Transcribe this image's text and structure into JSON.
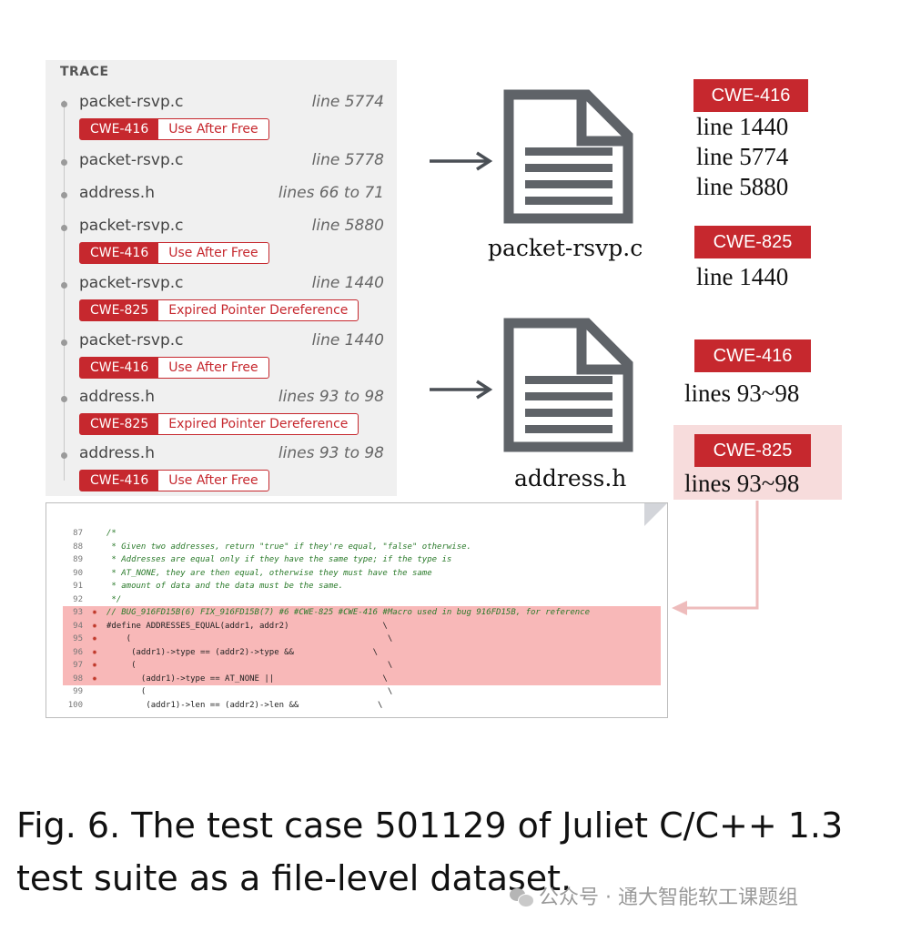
{
  "trace": {
    "title": "TRACE",
    "items": [
      {
        "file": "packet-rsvp.c",
        "location": "line 5774",
        "cwe": "CWE-416",
        "desc": "Use After Free"
      },
      {
        "file": "packet-rsvp.c",
        "location": "line 5778"
      },
      {
        "file": "address.h",
        "location": "lines 66 to 71"
      },
      {
        "file": "packet-rsvp.c",
        "location": "line 5880",
        "cwe": "CWE-416",
        "desc": "Use After Free"
      },
      {
        "file": "packet-rsvp.c",
        "location": "line 1440",
        "cwe": "CWE-825",
        "desc": "Expired Pointer Dereference"
      },
      {
        "file": "packet-rsvp.c",
        "location": "line 1440",
        "cwe": "CWE-416",
        "desc": "Use After Free"
      },
      {
        "file": "address.h",
        "location": "lines 93 to 98",
        "cwe": "CWE-825",
        "desc": "Expired Pointer Dereference"
      },
      {
        "file": "address.h",
        "location": "lines 93 to 98",
        "cwe": "CWE-416",
        "desc": "Use After Free"
      }
    ]
  },
  "files": [
    {
      "name": "packet-rsvp.c",
      "icon": "document-icon"
    },
    {
      "name": "address.h",
      "icon": "document-icon"
    }
  ],
  "summary": {
    "packet": [
      {
        "cwe": "CWE-416",
        "lines": [
          "line 1440",
          "line 5774",
          "line 5880"
        ]
      },
      {
        "cwe": "CWE-825",
        "lines": [
          "line 1440"
        ]
      }
    ],
    "address": [
      {
        "cwe": "CWE-416",
        "lines": [
          "lines 93~98"
        ]
      },
      {
        "cwe": "CWE-825",
        "lines": [
          "lines 93~98"
        ]
      }
    ]
  },
  "code": {
    "rows": [
      {
        "num": "87",
        "text": "/*",
        "comment": true
      },
      {
        "num": "88",
        "text": " * Given two addresses, return \"true\" if they're equal, \"false\" otherwise.",
        "comment": true
      },
      {
        "num": "89",
        "text": " * Addresses are equal only if they have the same type; if the type is",
        "comment": true
      },
      {
        "num": "90",
        "text": " * AT_NONE, they are then equal, otherwise they must have the same",
        "comment": true
      },
      {
        "num": "91",
        "text": " * amount of data and the data must be the same.",
        "comment": true
      },
      {
        "num": "92",
        "text": " */",
        "comment": true
      },
      {
        "num": "93",
        "text": "// BUG_916FD15B(6) FIX_916FD15B(7) #6 #CWE-825 #CWE-416 #Macro used in bug 916FD15B, for reference",
        "comment": true,
        "bug": true
      },
      {
        "num": "94",
        "text": "#define ADDRESSES_EQUAL(addr1, addr2)                   \\",
        "bug": true
      },
      {
        "num": "95",
        "text": "    (                                                    \\",
        "bug": true
      },
      {
        "num": "96",
        "text": "     (addr1)->type == (addr2)->type &&                \\",
        "bug": true
      },
      {
        "num": "97",
        "text": "     (                                                   \\",
        "bug": true
      },
      {
        "num": "98",
        "text": "       (addr1)->type == AT_NONE ||                      \\",
        "bug": true
      },
      {
        "num": "99",
        "text": "       (                                                 \\"
      },
      {
        "num": "100",
        "text": "        (addr1)->len == (addr2)->len &&                \\"
      }
    ],
    "bug_glyph": "✹"
  },
  "caption": {
    "line1": "Fig. 6.  The test case 501129 of Juliet C/C++ 1.3",
    "line2": "test suite as a file-level dataset."
  },
  "watermark": "公众号 · 通大智能软工课题组",
  "colors": {
    "cwe_red": "#c6282e",
    "highlight": "#f8b8b8",
    "doc_gray": "#5f6368"
  }
}
